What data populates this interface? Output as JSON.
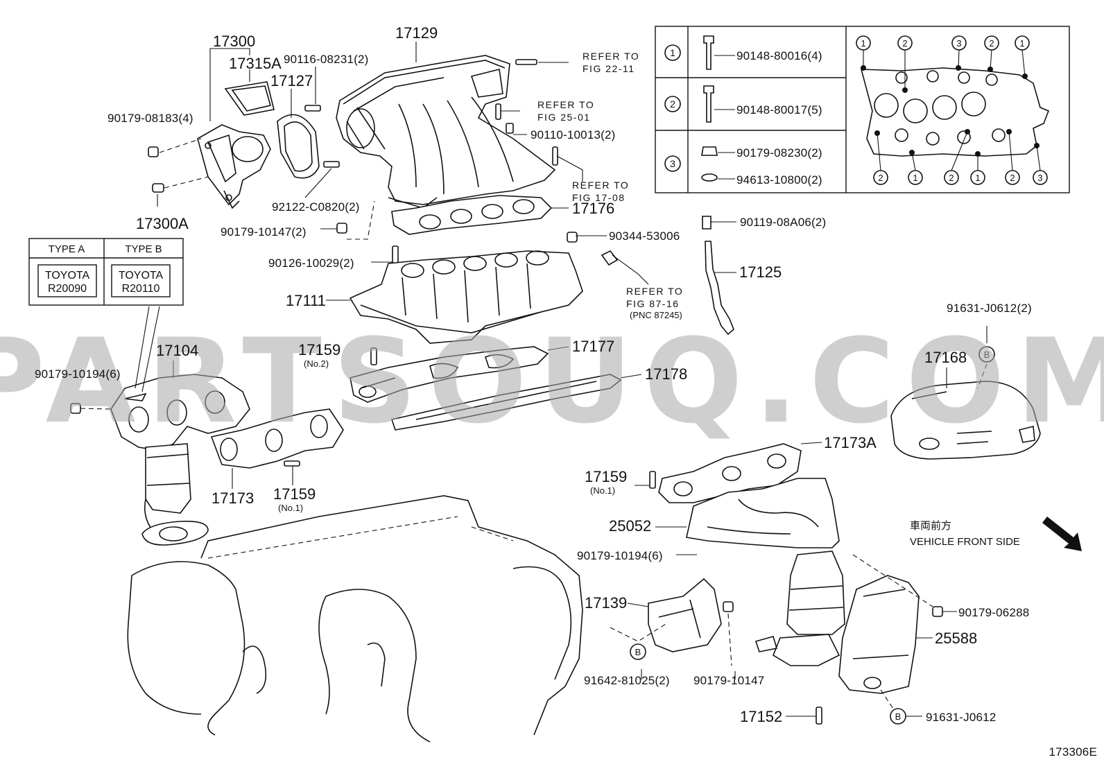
{
  "diagram_id": "173306E",
  "watermark": "PARTSOUQ.COM",
  "labels": {
    "p17300": "17300",
    "p17315A": "17315A",
    "p90116": "90116-08231(2)",
    "p17127": "17127",
    "p17129": "17129",
    "p90179_08183": "90179-08183(4)",
    "p17300A": "17300A",
    "p92122": "92122-C0820(2)",
    "p90179_10147a": "90179-10147(2)",
    "p90126": "90126-10029(2)",
    "p17176": "17176",
    "p90110": "90110-10013(2)",
    "p90344": "90344-53006",
    "p90119": "90119-08A06(2)",
    "p17125": "17125",
    "p17111": "17111",
    "p17159a": "17159",
    "p17159a_sub": "(No.2)",
    "p17177": "17177",
    "p17178": "17178",
    "p17104": "17104",
    "p90179_10194a": "90179-10194(6)",
    "p17173": "17173",
    "p17159b": "17159",
    "p17159b_sub": "(No.1)",
    "p91631_2": "91631-J0612(2)",
    "p17168": "17168",
    "p17173A": "17173A",
    "p17159c": "17159",
    "p17159c_sub": "(No.1)",
    "p25052": "25052",
    "p90179_10194b": "90179-10194(6)",
    "p17139": "17139",
    "p91642": "91642-81025(2)",
    "p90179_10147b": "90179-10147",
    "p17152": "17152",
    "p25588": "25588",
    "p90179_06288": "90179-06288",
    "p91631_1": "91631-J0612",
    "vehicle_jp": "車両前方",
    "vehicle_en": "VEHICLE FRONT SIDE"
  },
  "refer": {
    "r1_a": "REFER TO",
    "r1_b": "FIG 22-11",
    "r2_a": "REFER TO",
    "r2_b": "FIG 25-01",
    "r3_a": "REFER TO",
    "r3_b": "FIG 17-08",
    "r4_a": "REFER TO",
    "r4_b": "FIG 87-16",
    "r4_c": "(PNC 87245)"
  },
  "type_box": {
    "type_a": "TYPE A",
    "type_b": "TYPE B",
    "a_line1": "TOYOTA",
    "a_line2": "R20090",
    "b_line1": "TOYOTA",
    "b_line2": "R20110"
  },
  "bolt_table": {
    "rows": [
      {
        "key": "1",
        "parts": [
          "90148-80016(4)"
        ]
      },
      {
        "key": "2",
        "parts": [
          "90148-80017(5)"
        ]
      },
      {
        "key": "3",
        "parts": [
          "90179-08230(2)",
          "94613-10800(2)"
        ]
      }
    ],
    "gasket_callouts_top": [
      "1",
      "2",
      "3",
      "2",
      "1"
    ],
    "gasket_callouts_bottom": [
      "2",
      "1",
      "2",
      "1",
      "2",
      "3"
    ]
  },
  "callout_b": "B"
}
